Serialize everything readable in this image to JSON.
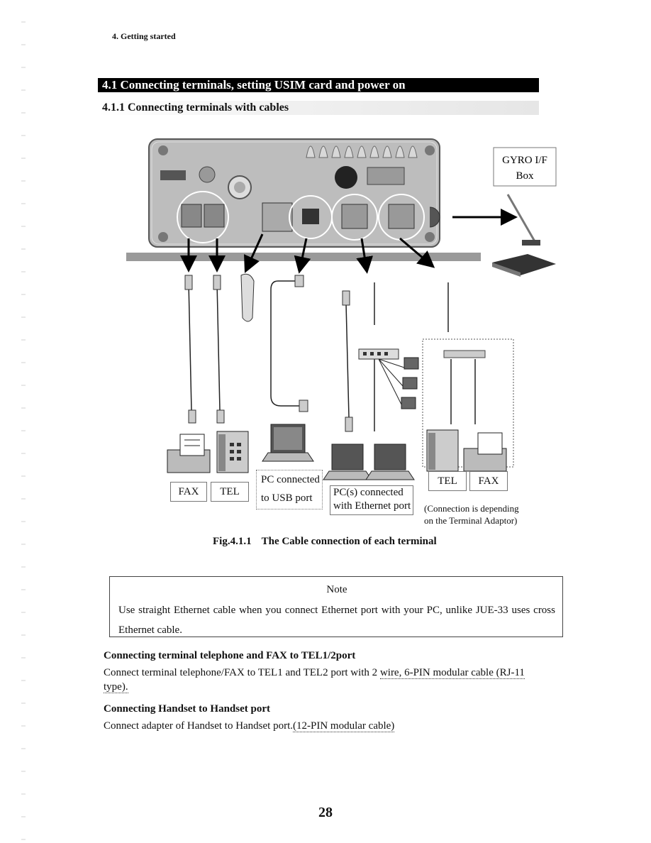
{
  "header": {
    "chapter": "4.  Getting started"
  },
  "section": {
    "title": "4.1   Connecting terminals, setting USIM card and power on"
  },
  "subsection": {
    "title": "4.1.1   Connecting terminals with cables"
  },
  "figure": {
    "labels": {
      "gyro_line1": "GYRO I/F",
      "gyro_line2": "Box",
      "fax_left": "FAX",
      "tel_left": "TEL",
      "pc_usb_line1": "PC connected",
      "pc_usb_line2": "to USB port",
      "pc_eth_line1": "PC(s) connected",
      "pc_eth_line2": "with Ethernet port",
      "tel_right": "TEL",
      "fax_right": "FAX",
      "adaptor_note_line1": "(Connection  is  depending",
      "adaptor_note_line2": "on the Terminal Adaptor)"
    },
    "caption_num": "Fig.4.1.1",
    "caption_text": "The Cable connection of each terminal"
  },
  "note": {
    "title": "Note",
    "body": "Use straight Ethernet cable when you connect Ethernet port with your PC, unlike JUE-33 uses cross Ethernet cable."
  },
  "tel_section": {
    "heading": "Connecting terminal telephone and FAX to TEL1/2port",
    "text": "Connect terminal telephone/FAX to TEL1 and TEL2 port with 2 ",
    "link": "wire, 6-PIN modular cable (RJ-11 type)."
  },
  "handset_section": {
    "heading": "Connecting Handset to Handset port",
    "text": "Connect adapter of Handset to Handset port.",
    "link": "(12-PIN modular cable)"
  },
  "page_number": "28"
}
